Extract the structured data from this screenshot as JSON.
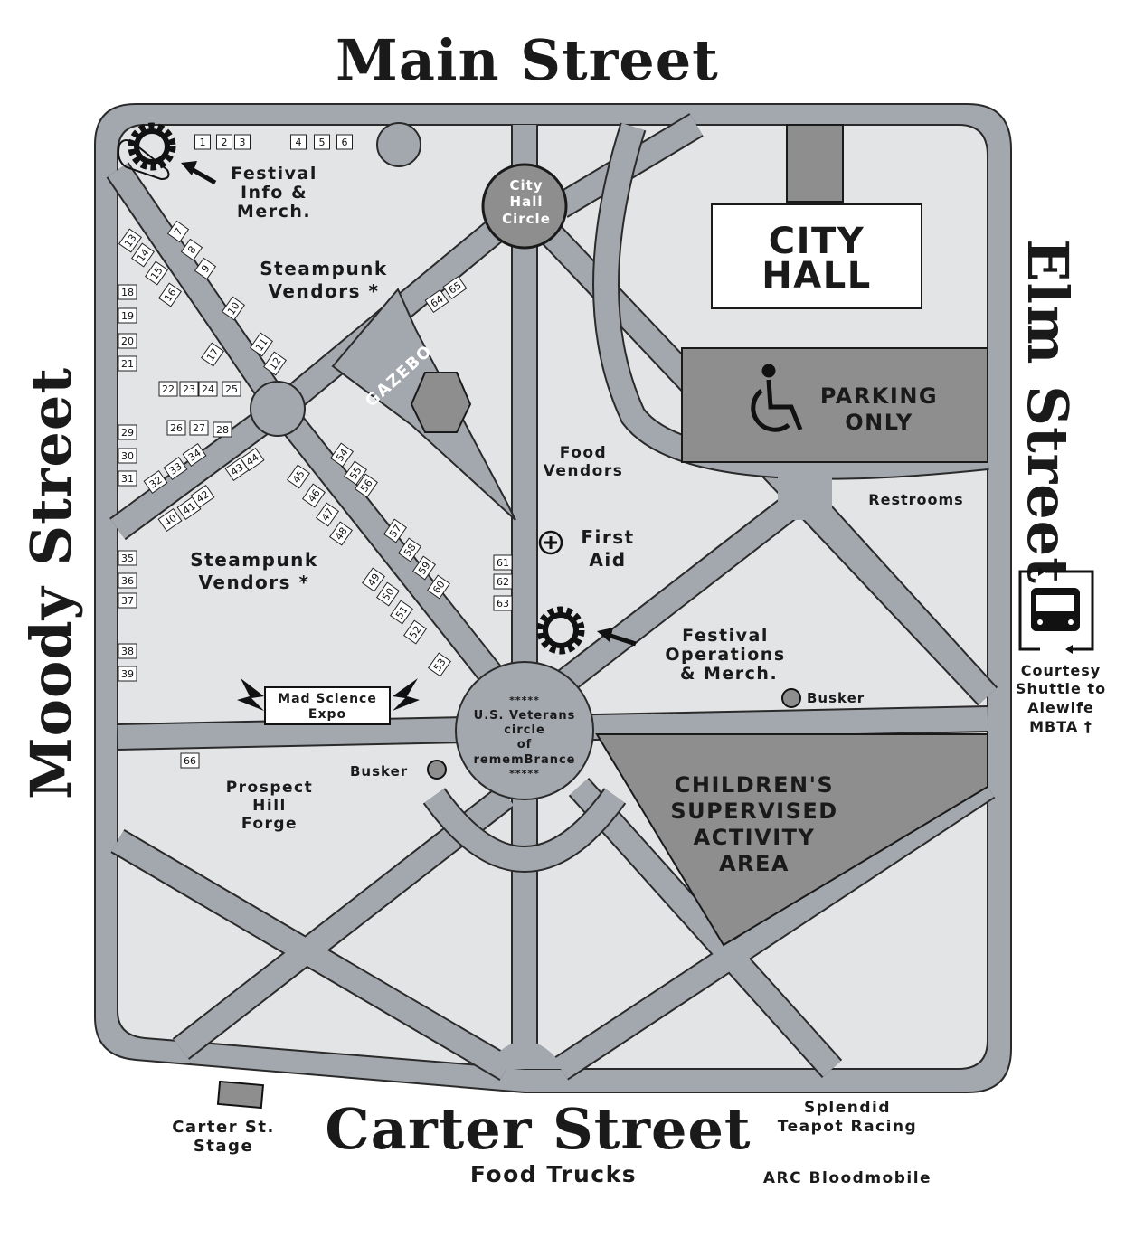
{
  "streets": {
    "main": "Main Street",
    "elm": "Elm Street",
    "moody": "Moody Street",
    "carter": "Carter Street"
  },
  "labels": {
    "city_hall": [
      "CITY",
      "HALL"
    ],
    "city_hall_circle": [
      "City",
      "Hall",
      "Circle"
    ],
    "parking": [
      "PARKING",
      "ONLY"
    ],
    "restrooms": "Restrooms",
    "festival_info": [
      "Festival",
      "Info &",
      "Merch."
    ],
    "steampunk_vendors_top": [
      "Steampunk",
      "Vendors *"
    ],
    "steampunk_vendors_left": [
      "Steampunk",
      "Vendors *"
    ],
    "gazebo": "GAZEBO",
    "food_vendors": [
      "Food",
      "Vendors"
    ],
    "first_aid": [
      "First",
      "Aid"
    ],
    "festival_operations": [
      "Festival",
      "Operations",
      "& Merch."
    ],
    "busker_right": "Busker",
    "busker_left": "Busker",
    "veterans_circle": [
      "*****",
      "U.S. Veterans",
      "circle",
      "of",
      "rememBrance",
      "*****"
    ],
    "childrens_area": [
      "CHILDREN'S",
      "SUPERVISED",
      "ACTIVITY",
      "AREA"
    ],
    "mad_science": [
      "Mad Science",
      "Expo"
    ],
    "prospect_hill": [
      "Prospect",
      "Hill",
      "Forge"
    ],
    "shuttle": [
      "Courtesy",
      "Shuttle to",
      "Alewife",
      "MBTA †"
    ],
    "carter_stage": [
      "Carter St.",
      "Stage"
    ],
    "food_trucks": "Food Trucks",
    "teapot_racing": [
      "Splendid",
      "Teapot Racing"
    ],
    "bloodmobile": "ARC Bloodmobile"
  },
  "booths": [
    "1",
    "2",
    "3",
    "4",
    "5",
    "6",
    "7",
    "8",
    "9",
    "10",
    "11",
    "12",
    "13",
    "14",
    "15",
    "16",
    "17",
    "18",
    "19",
    "20",
    "21",
    "22",
    "23",
    "24",
    "25",
    "26",
    "27",
    "28",
    "29",
    "30",
    "31",
    "32",
    "33",
    "34",
    "35",
    "36",
    "37",
    "38",
    "39",
    "40",
    "41",
    "42",
    "43",
    "44",
    "45",
    "46",
    "47",
    "48",
    "49",
    "50",
    "51",
    "52",
    "53",
    "54",
    "55",
    "56",
    "57",
    "58",
    "59",
    "60",
    "61",
    "62",
    "63",
    "64",
    "65",
    "66"
  ],
  "colors": {
    "path": "#a3a7ae",
    "lawn": "#e3e4e6",
    "dark_area": "#8e8e8e",
    "ink": "#1a1a1a"
  },
  "icons": [
    "gear-icon",
    "arrow-icon",
    "wheelchair-icon",
    "first-aid-icon",
    "lightning-icon",
    "bus-icon",
    "busker-dot-icon"
  ]
}
